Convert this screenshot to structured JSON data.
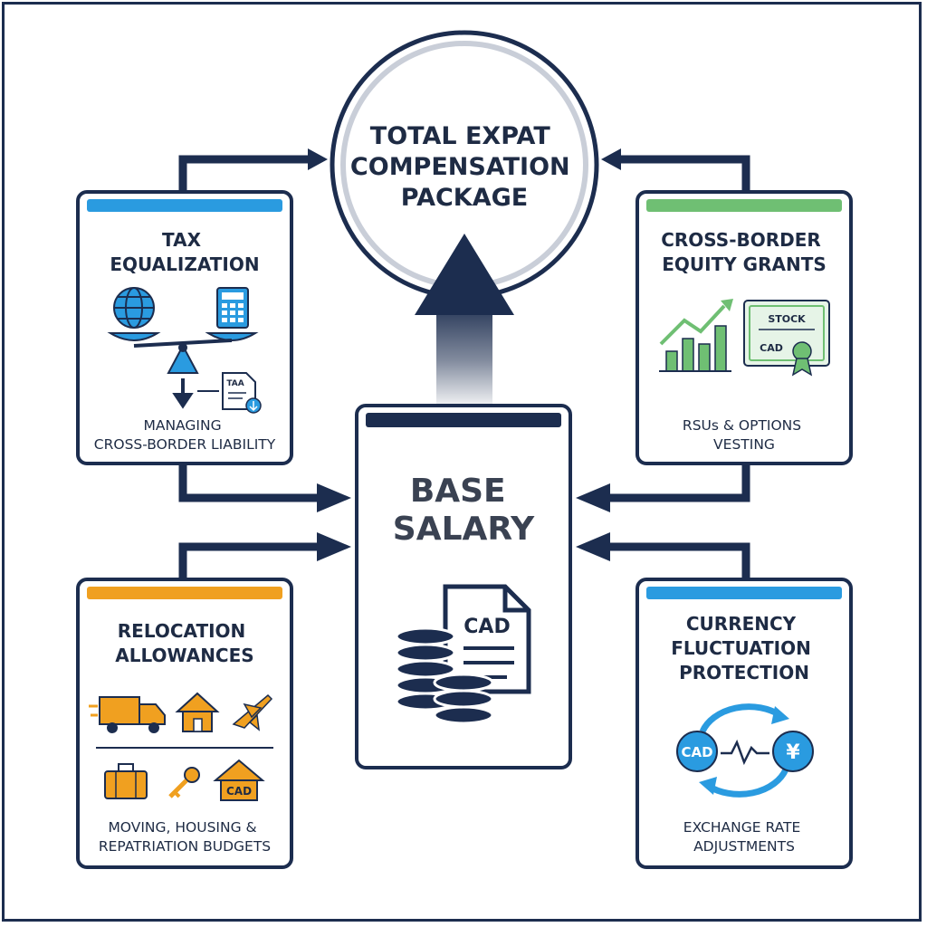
{
  "center_circle": {
    "title_lines": [
      "TOTAL EXPAT",
      "COMPENSATION",
      "PACKAGE"
    ]
  },
  "base_salary": {
    "title_lines": [
      "BASE",
      "SALARY"
    ],
    "document_label": "CAD"
  },
  "tax_equalization": {
    "title_lines": [
      "TAX",
      "EQUALIZATION"
    ],
    "subtitle_lines": [
      "MANAGING",
      "CROSS-BORDER LIABILITY"
    ],
    "document_label": "TAA",
    "accent_color": "#2a9be0",
    "icons": [
      "globe-icon",
      "calculator-icon",
      "balance-scale-icon",
      "down-arrow-icon",
      "tax-document-icon"
    ]
  },
  "equity_grants": {
    "title_lines": [
      "CROSS-BORDER",
      "EQUITY GRANTS"
    ],
    "subtitle_lines": [
      "RSUs & OPTIONS",
      "VESTING"
    ],
    "certificate_top": "STOCK",
    "certificate_bottom": "CAD",
    "accent_color": "#6fbf73",
    "icons": [
      "growth-chart-icon",
      "stock-certificate-icon"
    ]
  },
  "relocation": {
    "title_lines": [
      "RELOCATION",
      "ALLOWANCES"
    ],
    "subtitle_lines": [
      "MOVING, HOUSING &",
      "REPATRIATION BUDGETS"
    ],
    "house_label": "CAD",
    "accent_color": "#f0a020",
    "icons": [
      "moving-truck-icon",
      "house-icon",
      "airplane-icon",
      "suitcase-icon",
      "key-icon",
      "cad-house-icon"
    ]
  },
  "currency": {
    "title_lines": [
      "CURRENCY",
      "FLUCTUATION",
      "PROTECTION"
    ],
    "subtitle_lines": [
      "EXCHANGE RATE",
      "ADJUSTMENTS"
    ],
    "coin_left": "CAD",
    "coin_right": "¥",
    "accent_color": "#2a9be0",
    "icons": [
      "exchange-cycle-icon"
    ]
  },
  "colors": {
    "navy": "#1c2d4f",
    "blue": "#2a9be0",
    "green": "#6fbf73",
    "orange": "#f0a020"
  }
}
